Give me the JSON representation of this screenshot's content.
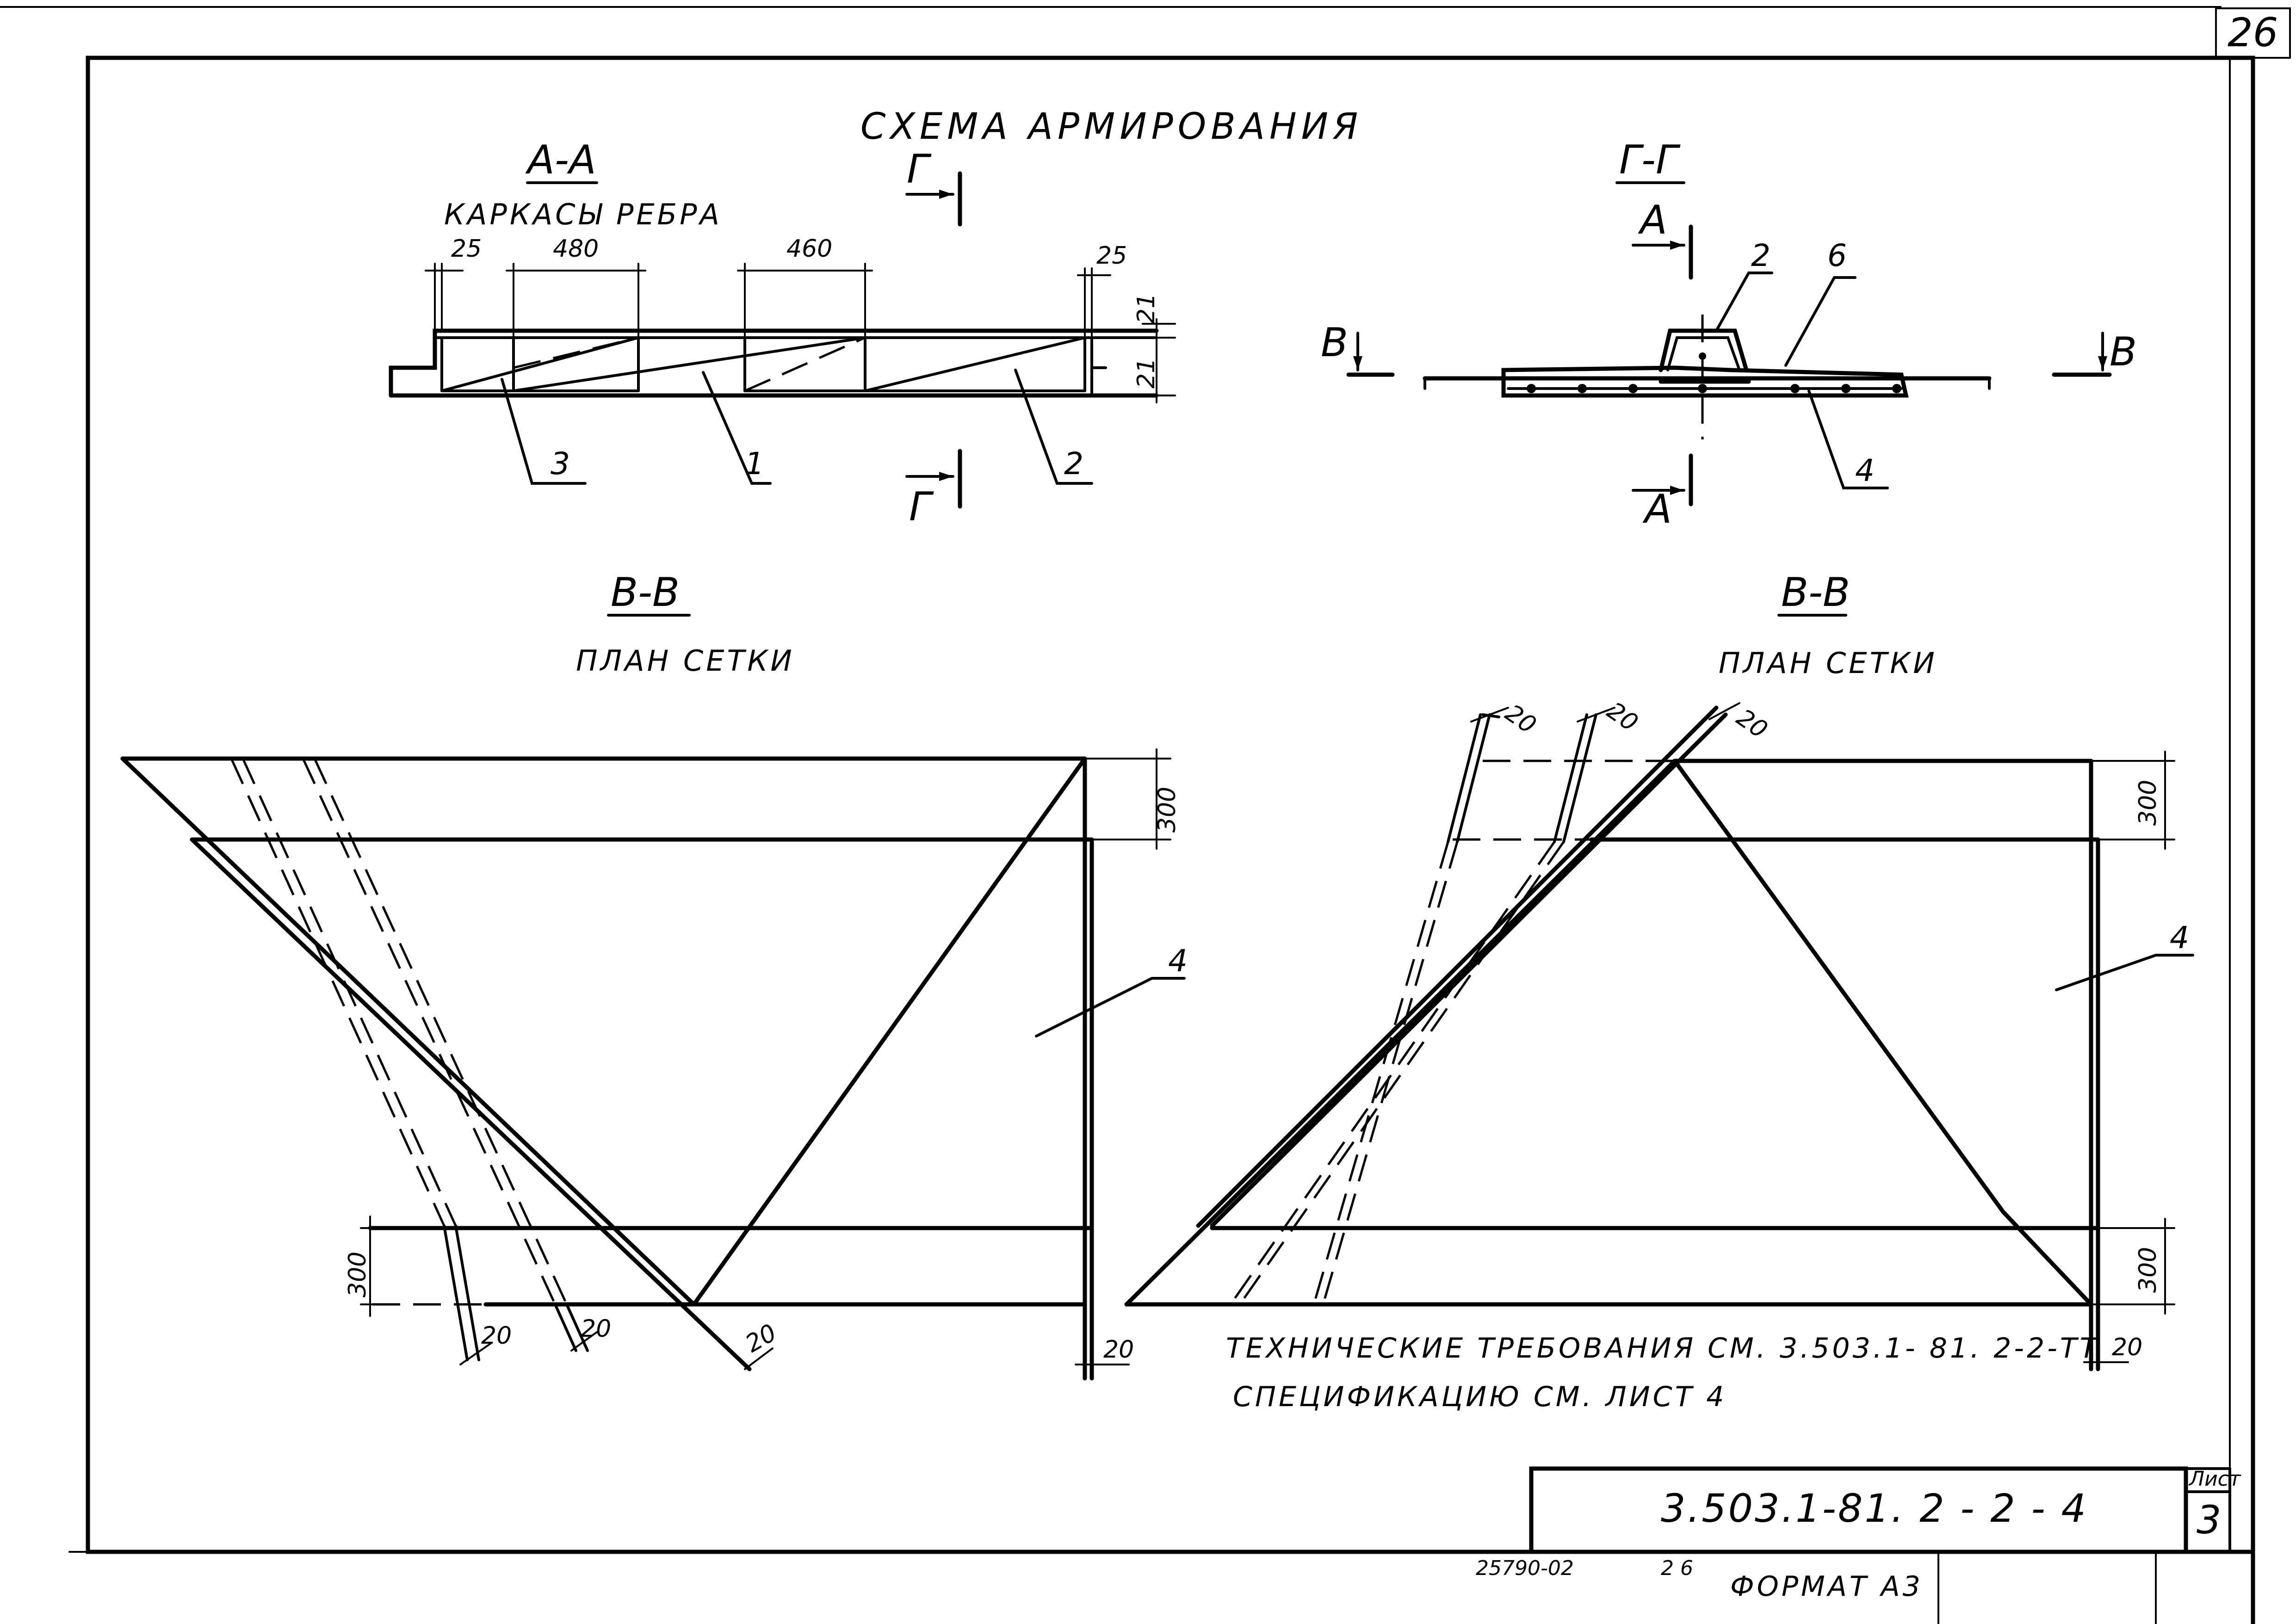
{
  "sheet_corner_number": "26",
  "title": "СХЕМА АРМИРОВАНИЯ",
  "section_aa": {
    "label": "А-А",
    "caption": "КАРКАСЫ РЕБРА",
    "dims": {
      "d25_left": "25",
      "d480": "480",
      "d460": "460",
      "d25_right": "25",
      "d21_top": "21",
      "d21_bot": "21"
    },
    "callouts": {
      "c3": "3",
      "c1": "1",
      "c2": "2"
    },
    "cut_mark": "Г"
  },
  "section_gg": {
    "label": "Г-Г",
    "cut_mark_a": "А",
    "cut_mark_v": "В",
    "callouts": {
      "c2": "2",
      "c6": "6",
      "c4": "4"
    }
  },
  "plan_left": {
    "label": "В-В",
    "caption": "ПЛАН СЕТКИ",
    "dims": {
      "d300_top": "300",
      "d300_bot": "300",
      "d20_a": "20",
      "d20_b": "20",
      "d20_c": "20",
      "d20_side": "20"
    },
    "callout": "4"
  },
  "plan_right": {
    "label": "В-В",
    "caption": "ПЛАН СЕТКИ",
    "dims": {
      "d20_a": "20",
      "d20_b": "20",
      "d20_c": "20",
      "d300_top": "300",
      "d300_bot": "300",
      "d20_side": "20"
    },
    "callout": "4"
  },
  "notes": {
    "line1": "ТЕХНИЧЕСКИЕ ТРЕБОВАНИЯ СМ. 3.503.1- 81. 2-2-ТТ",
    "line2": "СПЕЦИФИКАЦИЮ СМ. ЛИСТ 4"
  },
  "stamp": {
    "designation": "3.503.1-81. 2 - 2 - 4",
    "sheet_label": "Лист",
    "sheet_number": "3"
  },
  "footer": {
    "inventory": "25790-02",
    "page": "2 6",
    "format": "ФОРМАТ А3"
  }
}
